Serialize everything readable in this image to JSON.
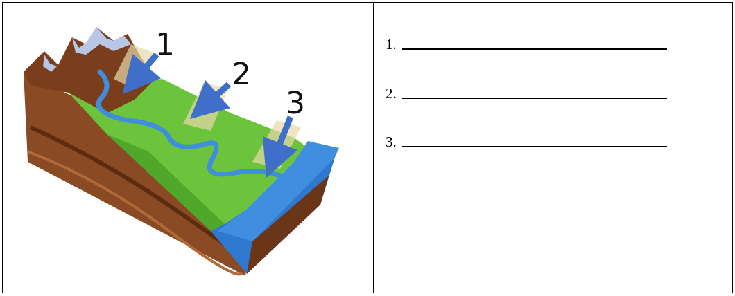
{
  "diagram": {
    "callouts": [
      {
        "number": "1"
      },
      {
        "number": "2"
      },
      {
        "number": "3"
      }
    ],
    "colors": {
      "grass": "#6cc43c",
      "water": "#3f8ee0",
      "soil": "#8a4a24",
      "soil_dark": "#5c2c12",
      "arrow": "#3f6fc9",
      "snow": "#b9c7e6"
    }
  },
  "answers": {
    "lines": [
      {
        "label": "1."
      },
      {
        "label": "2."
      },
      {
        "label": "3."
      }
    ]
  }
}
